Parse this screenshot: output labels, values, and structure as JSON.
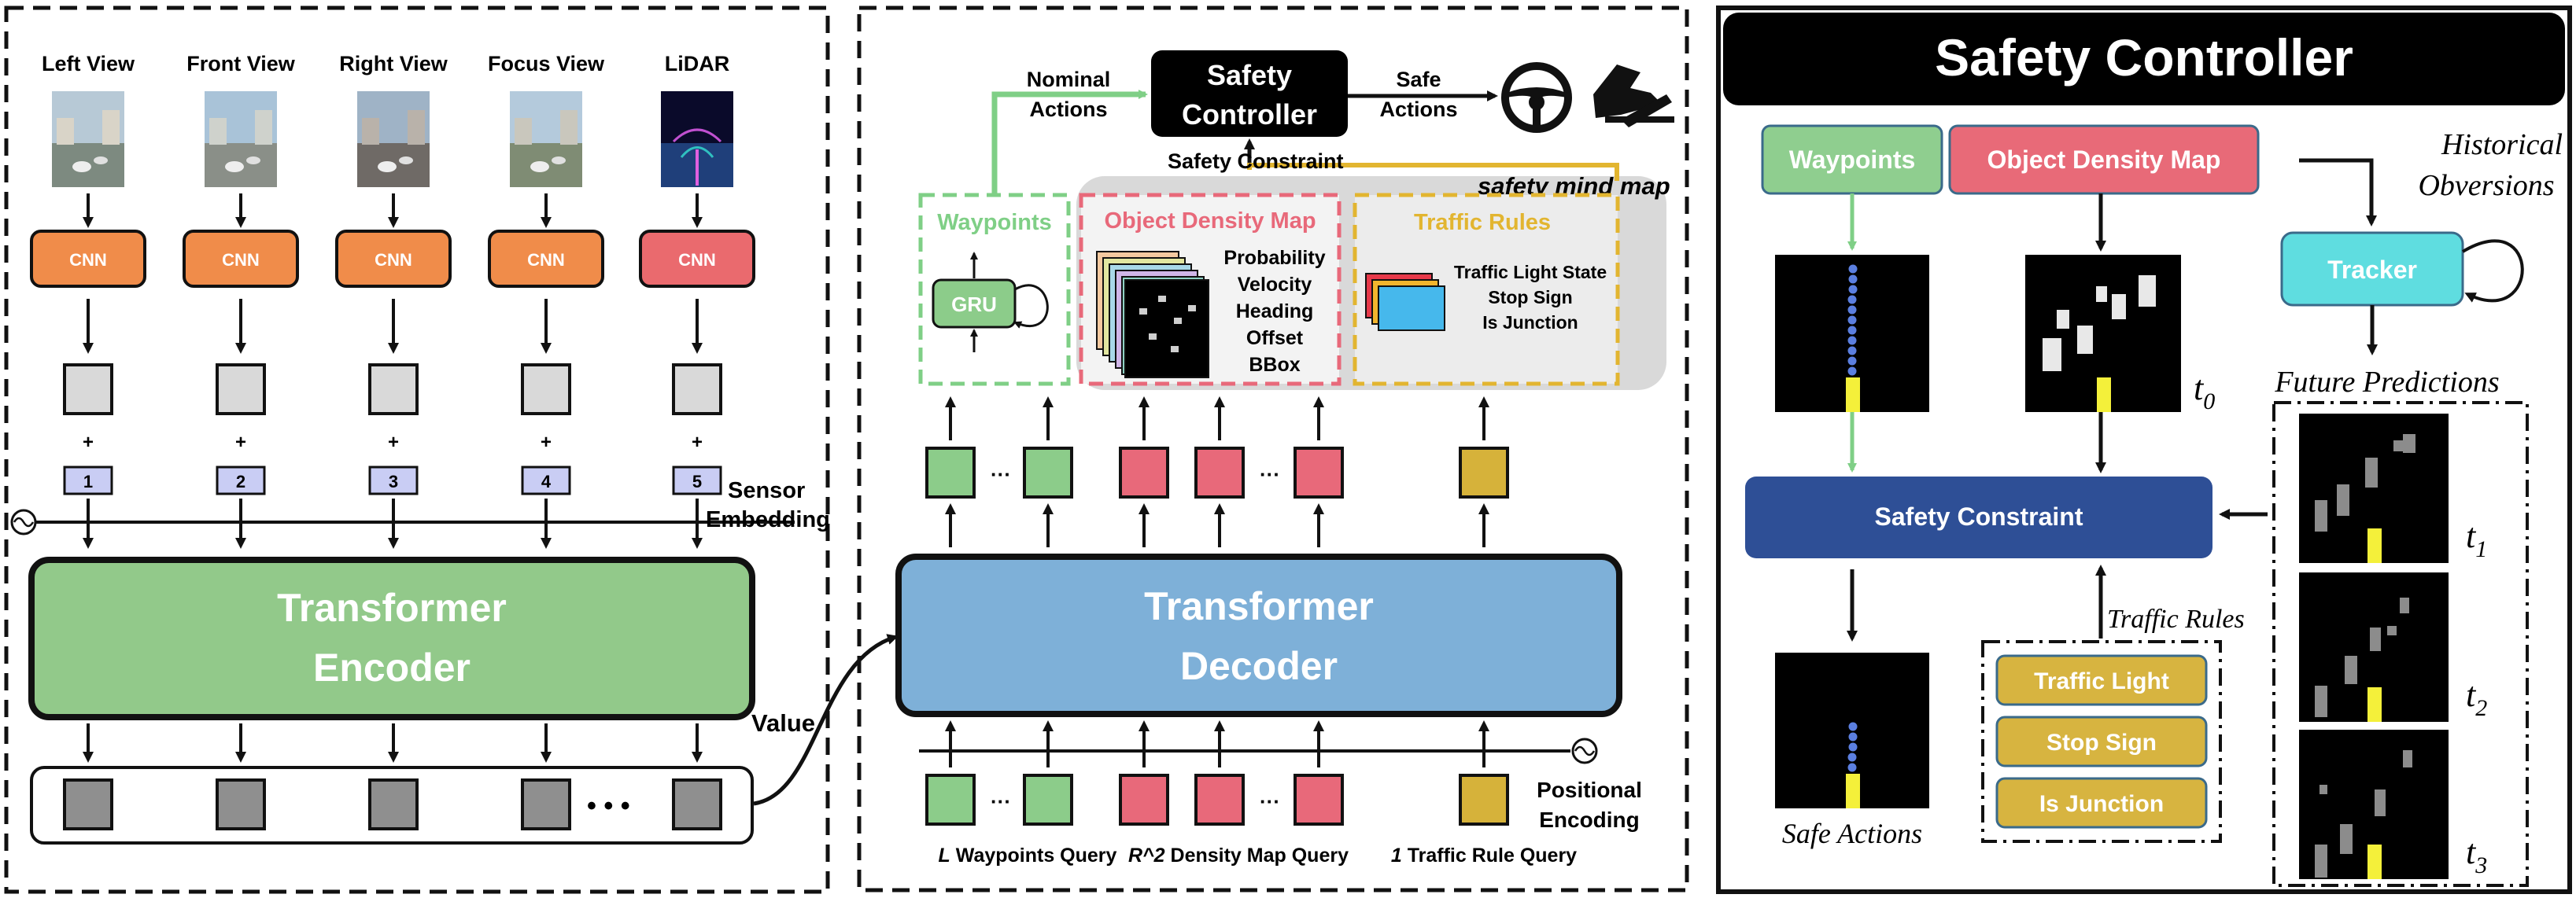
{
  "encoder": {
    "views": [
      "Left View",
      "Front View",
      "Right View",
      "Focus View",
      "LiDAR"
    ],
    "cnn_label": "CNN",
    "plus": "+",
    "indices": [
      "1",
      "2",
      "3",
      "4",
      "5"
    ],
    "sensor_embedding": [
      "Sensor",
      "Embedding"
    ],
    "title": [
      "Transformer",
      "Encoder"
    ],
    "dots": "• • •",
    "value_label": "Value",
    "colors": {
      "cnn": "#f08c4a",
      "cnn_lidar": "#ea6a6e",
      "encoder": "#92c98a",
      "index": "#c9cdf4"
    }
  },
  "decoder": {
    "title": [
      "Transformer",
      "Decoder"
    ],
    "queries": [
      "L Waypoints Query",
      "R^2 Density Map Query",
      "1 Traffic Rule Query"
    ],
    "query_italic": [
      "L",
      "R^2",
      "1"
    ],
    "query_rest": [
      " Waypoints Query",
      " Density Map Query",
      " Traffic Rule Query"
    ],
    "positional_encoding": [
      "Positional",
      "Encoding"
    ],
    "ellipsis": "···",
    "nominal_actions": [
      "Nominal",
      "Actions"
    ],
    "safety_controller": [
      "Safety",
      "Controller"
    ],
    "safe_actions": [
      "Safe",
      "Actions"
    ],
    "safety_constraint": "Safety   Constraint",
    "safety_mind_map": "safety mind map",
    "waypoints": "Waypoints",
    "gru": "GRU",
    "object_density_map": "Object Density Map",
    "density_attributes": [
      "Probability",
      "Velocity",
      "Heading",
      "Offset",
      "BBox"
    ],
    "traffic_rules": "Traffic Rules",
    "traffic_rule_items": [
      "Traffic Light State",
      "Stop Sign",
      "Is Junction"
    ],
    "colors": {
      "decoder": "#7eb0d8",
      "waypoint": "#8ccc8a",
      "density": "#e8697a",
      "traffic": "#d6b23a",
      "mindmap_bg": "#d9d9d9"
    }
  },
  "controller": {
    "title": "Safety Controller",
    "waypoints": "Waypoints",
    "object_density_map": "Object Density Map",
    "historical": [
      "Historical",
      "Obversions"
    ],
    "tracker": "Tracker",
    "future_predictions": "Future Predictions",
    "t0": "t",
    "t0_sub": "0",
    "time_steps": [
      [
        "t",
        "1"
      ],
      [
        "t",
        "2"
      ],
      [
        "t",
        "3"
      ]
    ],
    "safety_constraint": "Safety Constraint",
    "traffic_rules_label": "Traffic Rules",
    "rule_buttons": [
      "Traffic Light",
      "Stop Sign",
      "Is Junction"
    ],
    "safe_actions": "Safe Actions",
    "colors": {
      "waypoints": "#8fce8f",
      "density": "#e86a78",
      "tracker": "#5fdde0",
      "constraint": "#2e4f96",
      "rule": "#d7b440",
      "marker": "#f4f03a",
      "dots": "#5b7fe0"
    }
  }
}
